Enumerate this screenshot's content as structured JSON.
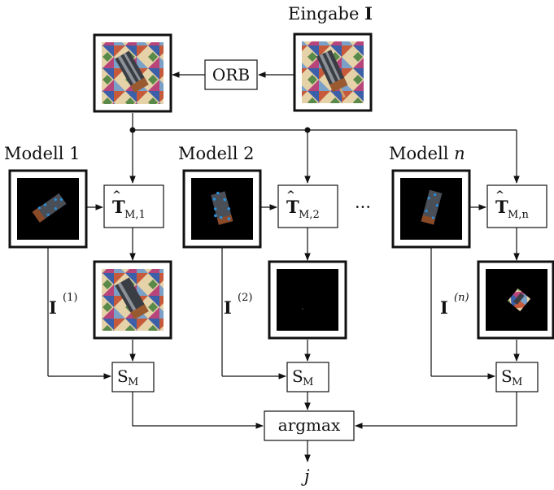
{
  "input": {
    "label_prefix": "Eingabe ",
    "label_symbol": "I"
  },
  "orb": {
    "label": "ORB"
  },
  "models": [
    {
      "title_prefix": "Modell ",
      "title_index": "1",
      "T_sub": "M,1",
      "I_sup": "(1)",
      "s_label": "S",
      "s_sub": "M"
    },
    {
      "title_prefix": "Modell ",
      "title_index": "2",
      "T_sub": "M,2",
      "I_sup": "(2)",
      "s_label": "S",
      "s_sub": "M"
    },
    {
      "title_prefix": "Modell ",
      "title_index": "n",
      "T_sub": "M,n",
      "I_sup": "(n)",
      "s_label": "S",
      "s_sub": "M"
    }
  ],
  "ellipsis": "···",
  "T_symbol": "T",
  "I_symbol": "I",
  "argmax": {
    "label": "argmax"
  },
  "output": {
    "label": "j"
  },
  "colors": {
    "line": "#111111",
    "quilt_a": "#c65a3a",
    "quilt_b": "#3b5fa8",
    "quilt_c": "#e6d2a8",
    "quilt_d": "#7aa0c8",
    "points": "#2a8fd8"
  }
}
